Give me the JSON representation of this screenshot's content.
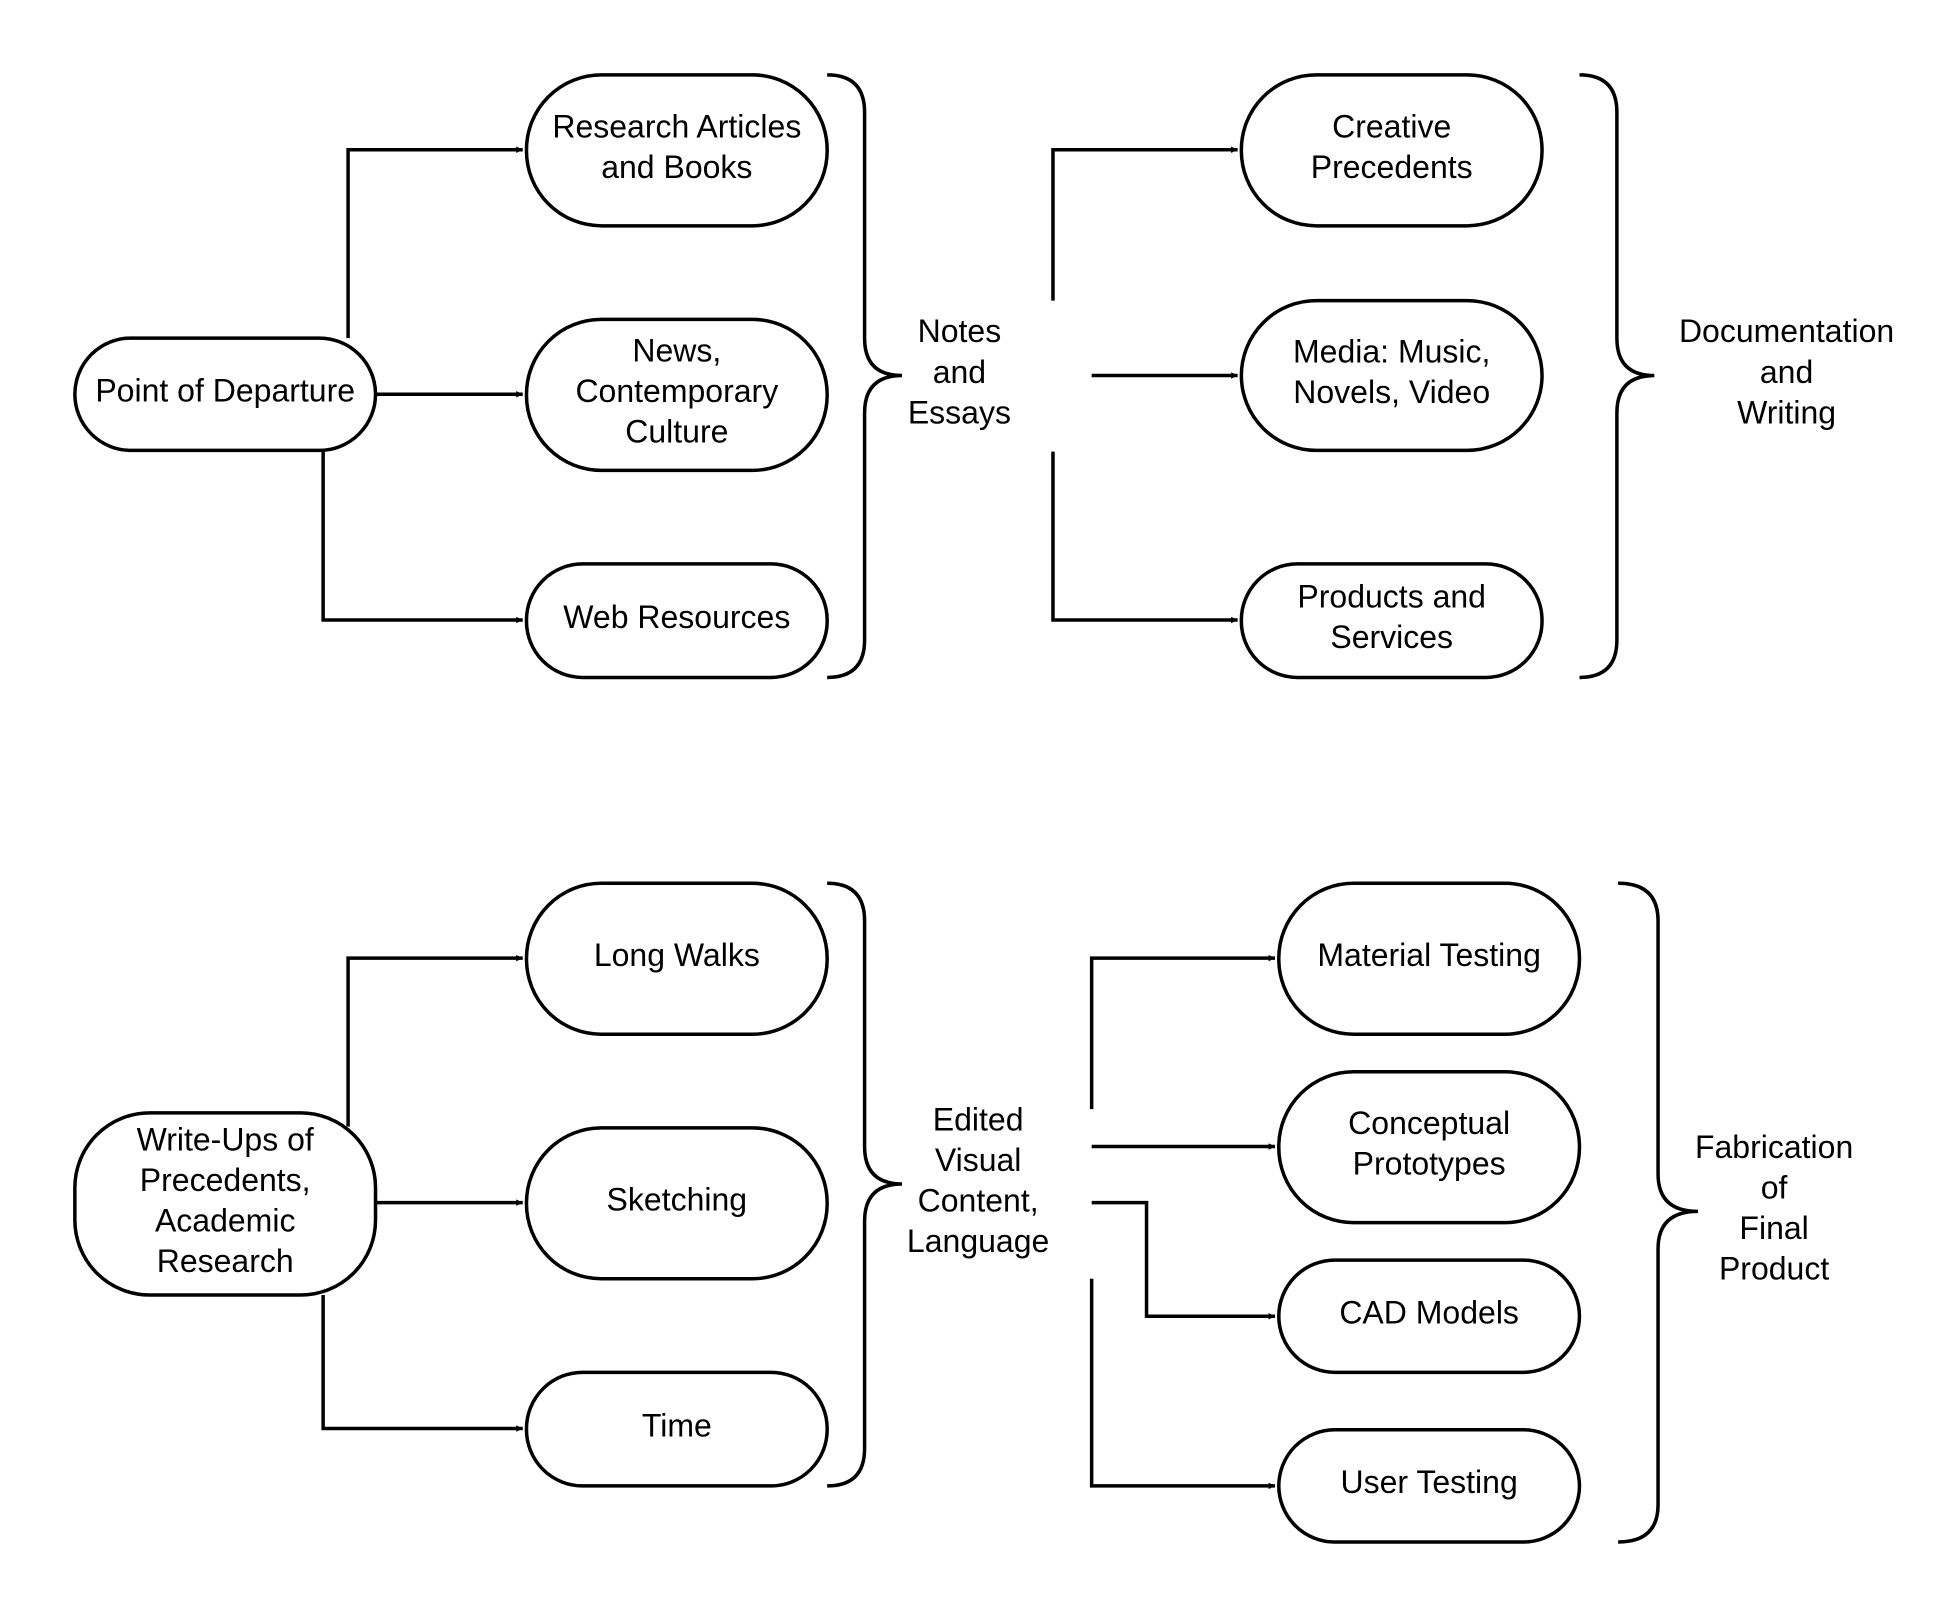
{
  "diagram": {
    "top": {
      "start": "Point of Departure",
      "sources": [
        "Research Articles and Books",
        "News, Contemporary Culture",
        "Web Resources"
      ],
      "group_1": "Notes and Essays",
      "outputs": [
        "Creative Precedents",
        "Media: Music, Novels, Video",
        "Products and Services"
      ],
      "group_2": "Documentation and Writing"
    },
    "bottom": {
      "start": "Write-Ups of Precedents, Academic Research",
      "sources": [
        "Long Walks",
        "Sketching",
        "Time"
      ],
      "group_1": "Edited Visual Content, Language",
      "outputs": [
        "Material Testing",
        "Conceptual Prototypes",
        "CAD Models",
        "User Testing"
      ],
      "group_2": "Fabrication of Final Product"
    }
  }
}
